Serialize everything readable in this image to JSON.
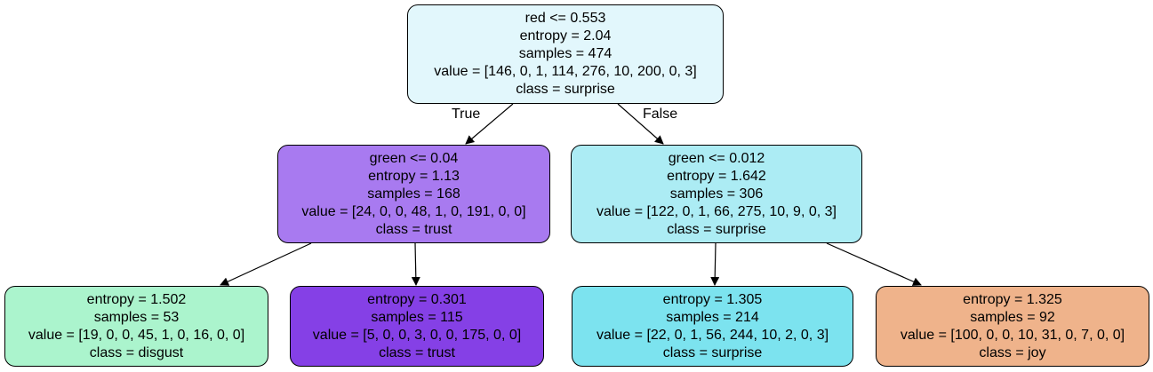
{
  "tree": {
    "nodes": [
      {
        "id": "n0",
        "color": "#e2f7fc",
        "lines": [
          "red <= 0.553",
          "entropy = 2.04",
          "samples = 474",
          "value = [146, 0, 1, 114, 276, 10, 200, 0, 3]",
          "class = surprise"
        ]
      },
      {
        "id": "n1",
        "color": "#a87af0",
        "lines": [
          "green <= 0.04",
          "entropy = 1.13",
          "samples = 168",
          "value = [24, 0, 0, 48, 1, 0, 191, 0, 0]",
          "class = trust"
        ]
      },
      {
        "id": "n2",
        "color": "#acecf4",
        "lines": [
          "green <= 0.012",
          "entropy = 1.642",
          "samples = 306",
          "value = [122, 0, 1, 66, 275, 10, 9, 0, 3]",
          "class = surprise"
        ]
      },
      {
        "id": "n3",
        "color": "#abf4cd",
        "lines": [
          "entropy = 1.502",
          "samples = 53",
          "value = [19, 0, 0, 45, 1, 0, 16, 0, 0]",
          "class = disgust"
        ]
      },
      {
        "id": "n4",
        "color": "#8540e6",
        "lines": [
          "entropy = 0.301",
          "samples = 115",
          "value = [5, 0, 0, 3, 0, 0, 175, 0, 0]",
          "class = trust"
        ]
      },
      {
        "id": "n5",
        "color": "#7ce3ef",
        "lines": [
          "entropy = 1.305",
          "samples = 214",
          "value = [22, 0, 1, 56, 244, 10, 2, 0, 3]",
          "class = surprise"
        ]
      },
      {
        "id": "n6",
        "color": "#efb38b",
        "lines": [
          "entropy = 1.325",
          "samples = 92",
          "value = [100, 0, 0, 10, 31, 0, 7, 0, 0]",
          "class = joy"
        ]
      }
    ],
    "edges": [
      {
        "from": "n0",
        "to": "n1",
        "label": "True"
      },
      {
        "from": "n0",
        "to": "n2",
        "label": "False"
      },
      {
        "from": "n1",
        "to": "n3",
        "label": ""
      },
      {
        "from": "n1",
        "to": "n4",
        "label": ""
      },
      {
        "from": "n2",
        "to": "n5",
        "label": ""
      },
      {
        "from": "n2",
        "to": "n6",
        "label": ""
      }
    ]
  }
}
